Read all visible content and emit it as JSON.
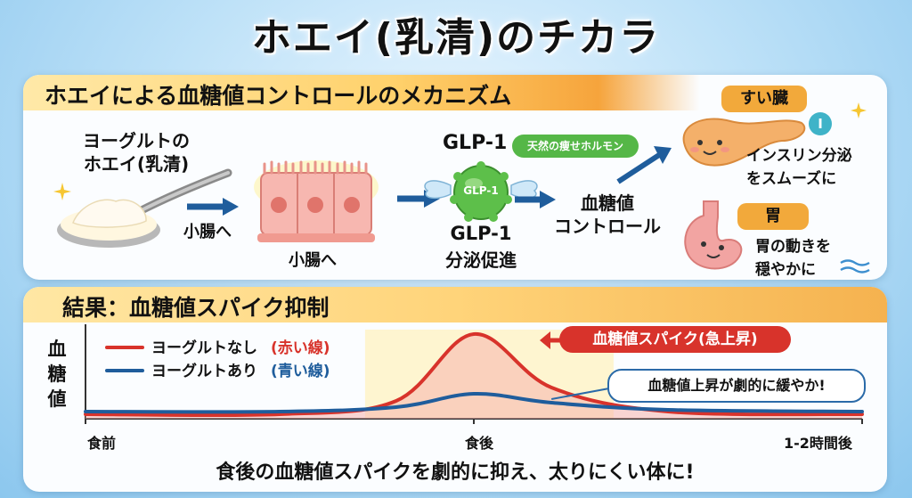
{
  "title": "ホエイ(乳清)のチカラ",
  "mechanism": {
    "heading": "ホエイによる血糖値コントロールのメカニズム",
    "yogurt_label": "ヨーグルトの\nホエイ(乳清)",
    "arrow_small_intestine": "小腸へ",
    "intestine_caption": "小腸へ",
    "glp1_header": "GLP-1",
    "glp1_pill": "天然の痩せホルモン",
    "glp1_cell_text": "GLP-1",
    "glp1_caption_line1": "GLP-1",
    "glp1_caption_line2": "分泌促進",
    "glucose_control_line1": "血糖値",
    "glucose_control_line2": "コントロール",
    "pancreas": {
      "tag": "すい臓",
      "badge": "I",
      "line1": "インスリン分泌",
      "line2": "をスムーズに"
    },
    "stomach": {
      "tag": "胃",
      "line1": "胃の動きを",
      "line2": "穏やかに"
    }
  },
  "result": {
    "heading": "結果：血糖値スパイク抑制",
    "y_axis_label": "血\n糖\n値",
    "spike_label": "血糖値スパイク(急上昇)",
    "callout": "血糖値上昇が劇的に緩やか!",
    "footer": "食後の血糖値スパイクを劇的に抑え、太りにくい体に!"
  },
  "colors": {
    "red_series": "#d8332b",
    "blue_series": "#1f5d9c",
    "accent_orange": "#f2a93b",
    "glp_green": "#55b747"
  },
  "chart_data": {
    "type": "line",
    "xlabel": "",
    "ylabel": "血糖値",
    "x": [
      0,
      0.25,
      0.4,
      0.5,
      0.6,
      0.75,
      1.0
    ],
    "x_tick_labels": [
      "食前",
      "食後",
      "1-2時間後"
    ],
    "x_tick_positions": [
      0,
      0.5,
      1.0
    ],
    "ylim": [
      0,
      1
    ],
    "grid": false,
    "legend_position": "top-left",
    "series": [
      {
        "name": "ヨーグルトなし",
        "name_suffix": "(赤い線)",
        "color": "#d8332b",
        "values": [
          0.05,
          0.05,
          0.2,
          0.95,
          0.35,
          0.08,
          0.05
        ]
      },
      {
        "name": "ヨーグルトあり",
        "name_suffix": "(青い線)",
        "color": "#1f5d9c",
        "values": [
          0.08,
          0.08,
          0.13,
          0.28,
          0.18,
          0.1,
          0.08
        ]
      }
    ]
  }
}
